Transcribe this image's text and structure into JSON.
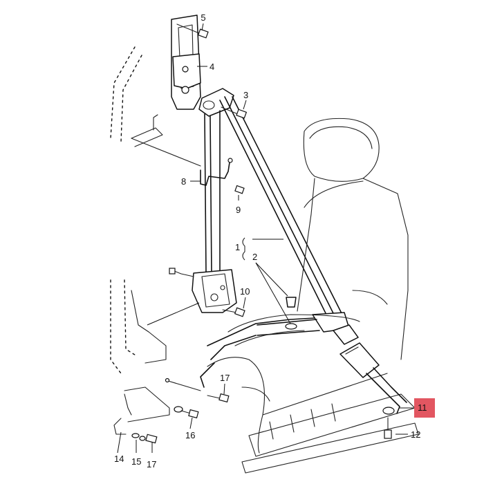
{
  "callouts": {
    "c1": "1",
    "c2": "2",
    "c3": "3",
    "c4": "4",
    "c5": "5",
    "c8": "8",
    "c9": "9",
    "c10": "10",
    "c11": "11",
    "c12": "12",
    "c14": "14",
    "c15": "15",
    "c16": "16",
    "c17a": "17",
    "c17b": "17"
  },
  "highlight_color": "#e25661"
}
